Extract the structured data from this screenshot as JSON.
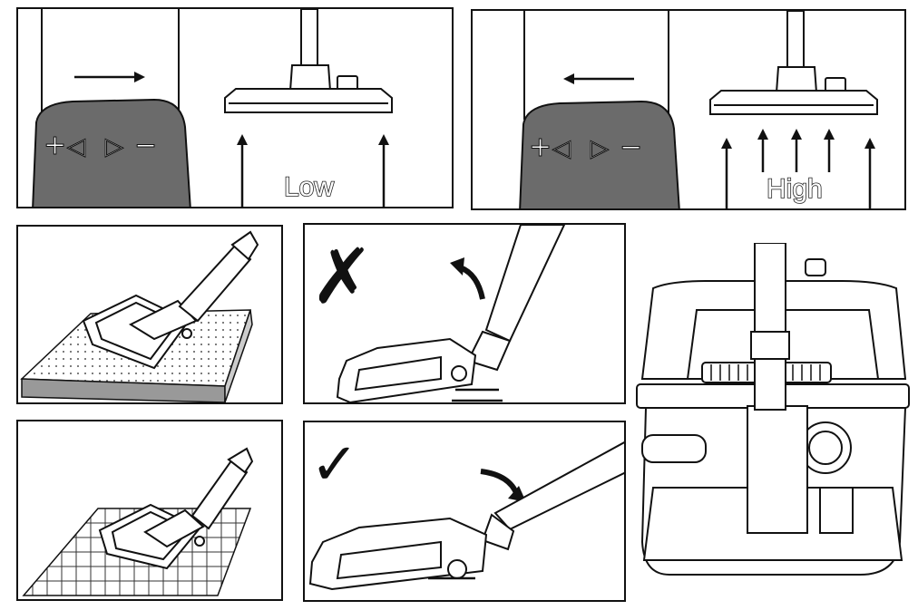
{
  "figure": {
    "panels": [
      {
        "id": "low-suction",
        "label": "Low",
        "dial_symbols": [
          "+",
          "◁",
          "▷",
          "−"
        ]
      },
      {
        "id": "high-suction",
        "label": "High",
        "dial_symbols": [
          "+",
          "◁",
          "▷",
          "−"
        ]
      },
      {
        "id": "carpet-use",
        "surface": "carpet"
      },
      {
        "id": "wrong-tilt",
        "marker": "✗"
      },
      {
        "id": "hard-floor-use",
        "surface": "tile"
      },
      {
        "id": "correct-tilt",
        "marker": "✓"
      },
      {
        "id": "storage-view"
      }
    ]
  },
  "colors": {
    "line": "#111111",
    "dial_fill": "#6b6b6b",
    "background": "#ffffff"
  }
}
